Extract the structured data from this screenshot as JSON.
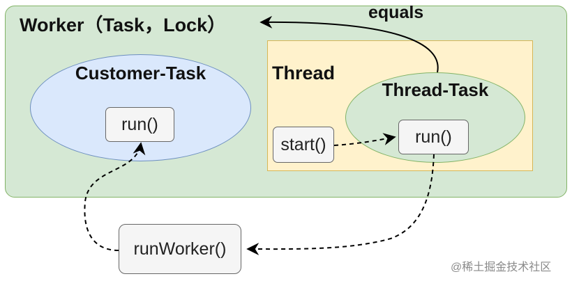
{
  "worker": {
    "title": "Worker（Task，Lock）"
  },
  "customer_task": {
    "title": "Customer-Task",
    "run_label": "run()"
  },
  "thread": {
    "title": "Thread",
    "start_label": "start()",
    "thread_task": {
      "title": "Thread-Task",
      "run_label": "run()"
    }
  },
  "run_worker": {
    "label": "runWorker()"
  },
  "edges": {
    "equals_label": "equals"
  },
  "watermark": {
    "text": "@稀土掘金技术社区"
  },
  "colors": {
    "worker_fill": "#d5e8d4",
    "worker_stroke": "#82b366",
    "thread_fill": "#fff2cc",
    "thread_stroke": "#d6b656",
    "customer_fill": "#dae8fc",
    "customer_stroke": "#6c8ebf",
    "method_fill": "#f5f5f5",
    "method_stroke": "#666666"
  }
}
